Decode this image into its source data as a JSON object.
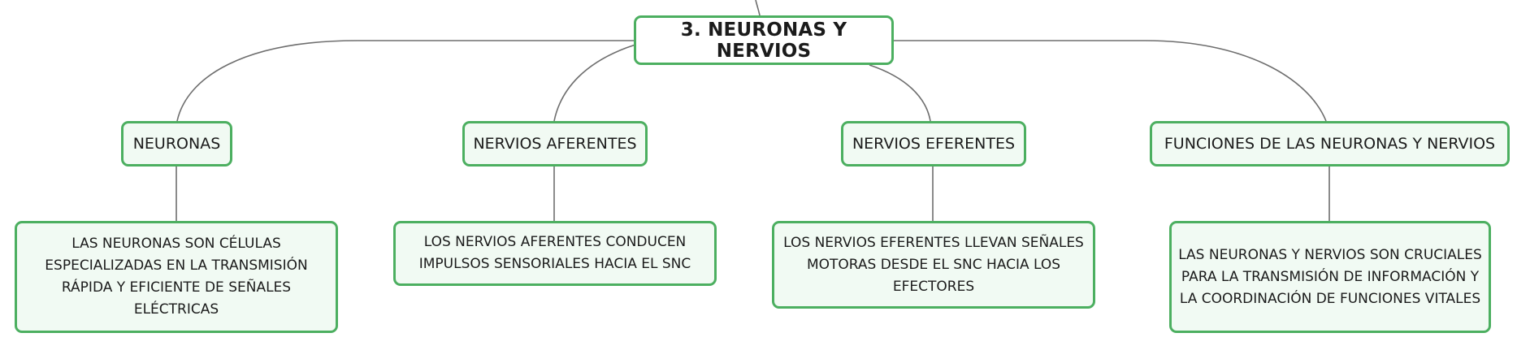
{
  "root": {
    "label": "3. NEURONAS Y NERVIOS"
  },
  "topics": [
    {
      "label": "NEURONAS",
      "detail": "LAS NEURONAS SON CÉLULAS ESPECIALIZADAS EN LA TRANSMISIÓN RÁPIDA Y EFICIENTE DE SEÑALES ELÉCTRICAS"
    },
    {
      "label": "NERVIOS AFERENTES",
      "detail": "LOS NERVIOS AFERENTES CONDUCEN IMPULSOS SENSORIALES HACIA EL SNC"
    },
    {
      "label": "NERVIOS EFERENTES",
      "detail": "LOS NERVIOS EFERENTES LLEVAN SEÑALES MOTORAS DESDE EL SNC HACIA LOS EFECTORES"
    },
    {
      "label": "FUNCIONES DE LAS NEURONAS Y NERVIOS",
      "detail": "LAS NEURONAS Y NERVIOS SON CRUCIALES PARA LA TRANSMISIÓN DE INFORMACIÓN Y LA COORDINACIÓN DE FUNCIONES VITALES"
    }
  ],
  "colors": {
    "node_border": "#4caf60",
    "node_fill": "#f1faf3",
    "connector": "#6e6e6e"
  }
}
